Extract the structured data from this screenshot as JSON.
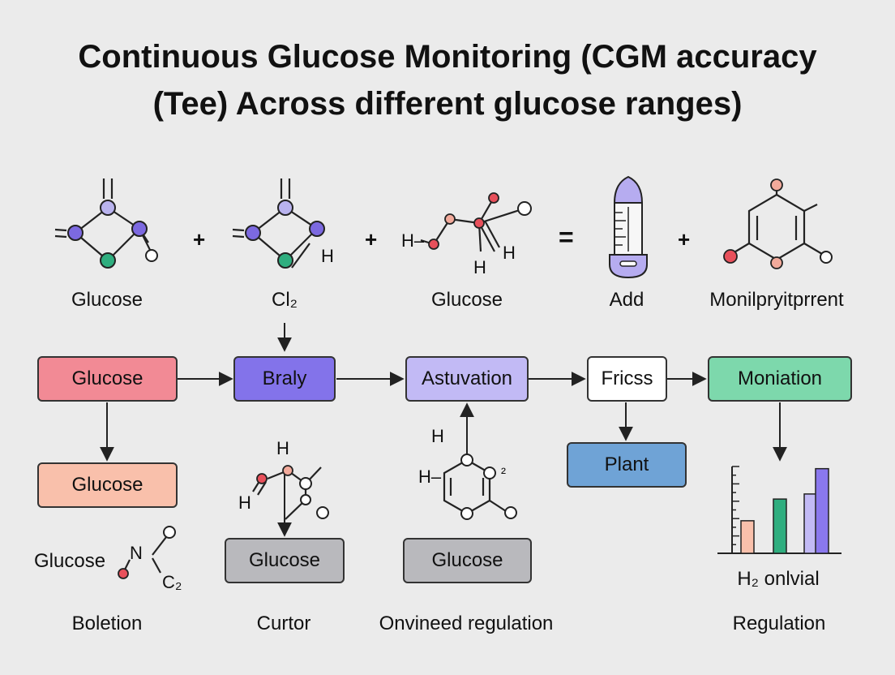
{
  "title": {
    "line1": "Continuous Glucose Monitoring (CGM accuracy",
    "line2": "(Tee) Across different glucose ranges)"
  },
  "equation": {
    "operators": [
      "+",
      "+",
      "=",
      "+"
    ],
    "molecules": [
      {
        "label": "Glucose"
      },
      {
        "label": "Cl₂"
      },
      {
        "label": "Glucose"
      },
      {
        "label": "Add"
      },
      {
        "label": "Monilpryitprrent"
      }
    ],
    "atoms": {
      "m2_h": "H",
      "m3_h_left": "H–",
      "m3_h_bottom": "H",
      "m3_h_right": "H"
    }
  },
  "flow": {
    "boxes": [
      {
        "label": "Glucose",
        "color": "#f28a95"
      },
      {
        "label": "Braly",
        "color": "#8373ea"
      },
      {
        "label": "Astuvation",
        "color": "#c2baf5"
      },
      {
        "label": "Fricss",
        "color": "#ffffff"
      },
      {
        "label": "Moniation",
        "color": "#7dd8ac"
      }
    ]
  },
  "lower": {
    "box_glucose_peach": {
      "label": "Glucose",
      "color": "#f9c0ab"
    },
    "box_plant": {
      "label": "Plant",
      "color": "#6fa3d6"
    },
    "box_glucose_grey1": {
      "label": "Glucose",
      "color": "#b9b9bd"
    },
    "box_glucose_grey2": {
      "label": "Glucose",
      "color": "#b9b9bd"
    },
    "glucose_text": "Glucose",
    "n_atom": "N",
    "c2_atom": "C₂",
    "curtor_atoms": {
      "h_top": "H",
      "h_left": "H"
    },
    "ring_atoms": {
      "h_top": "H",
      "h_left": "H–",
      "two": "²"
    },
    "chart_label": "H₂ onlvial"
  },
  "captions": [
    "Boletion",
    "Curtor",
    "Onvineed regulation",
    "Regulation"
  ],
  "chart_data": {
    "type": "bar",
    "title": "",
    "xlabel": "",
    "ylabel": "",
    "values": [
      0.45,
      0.75,
      0.82,
      1.17
    ],
    "colors": [
      "#f9c0ab",
      "#2fae7f",
      "#c2baf5",
      "#8a78ee"
    ]
  },
  "colors": {
    "node_purple": "#7c69e0",
    "node_lavender": "#b9b3ee",
    "node_teal": "#2fae7f",
    "node_red": "#e8505b",
    "node_pink": "#f2aa9b",
    "line": "#222222"
  }
}
